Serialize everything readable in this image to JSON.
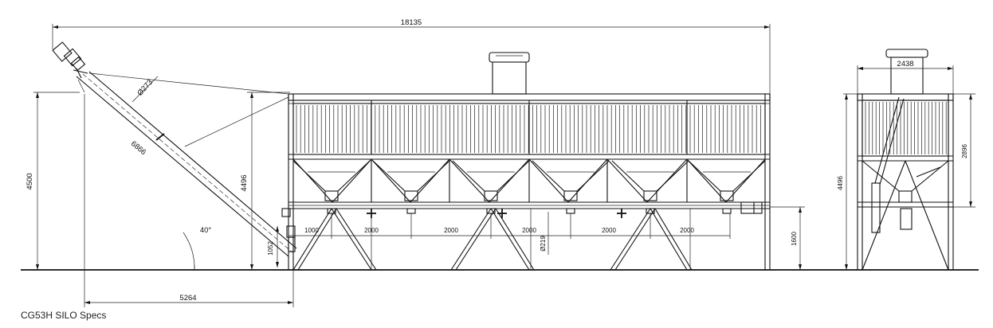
{
  "caption": "CG53H SILO Specs",
  "dimensions": {
    "overall_length": "18135",
    "total_height": "4500",
    "silo_height": "4496",
    "side_height": "4496",
    "side_body_height": "2896",
    "width": "2438",
    "auger_length": "6866",
    "auger_diameter": "Ø273",
    "auger_angle": "40°",
    "auger_base_offset": "5264",
    "auger_outlet_height": "1052",
    "leg_height": "1600",
    "pipe_diameter": "Ø219",
    "first_spacing": "1000",
    "spacings": [
      "2000",
      "2000",
      "2000",
      "2000",
      "2000"
    ]
  }
}
